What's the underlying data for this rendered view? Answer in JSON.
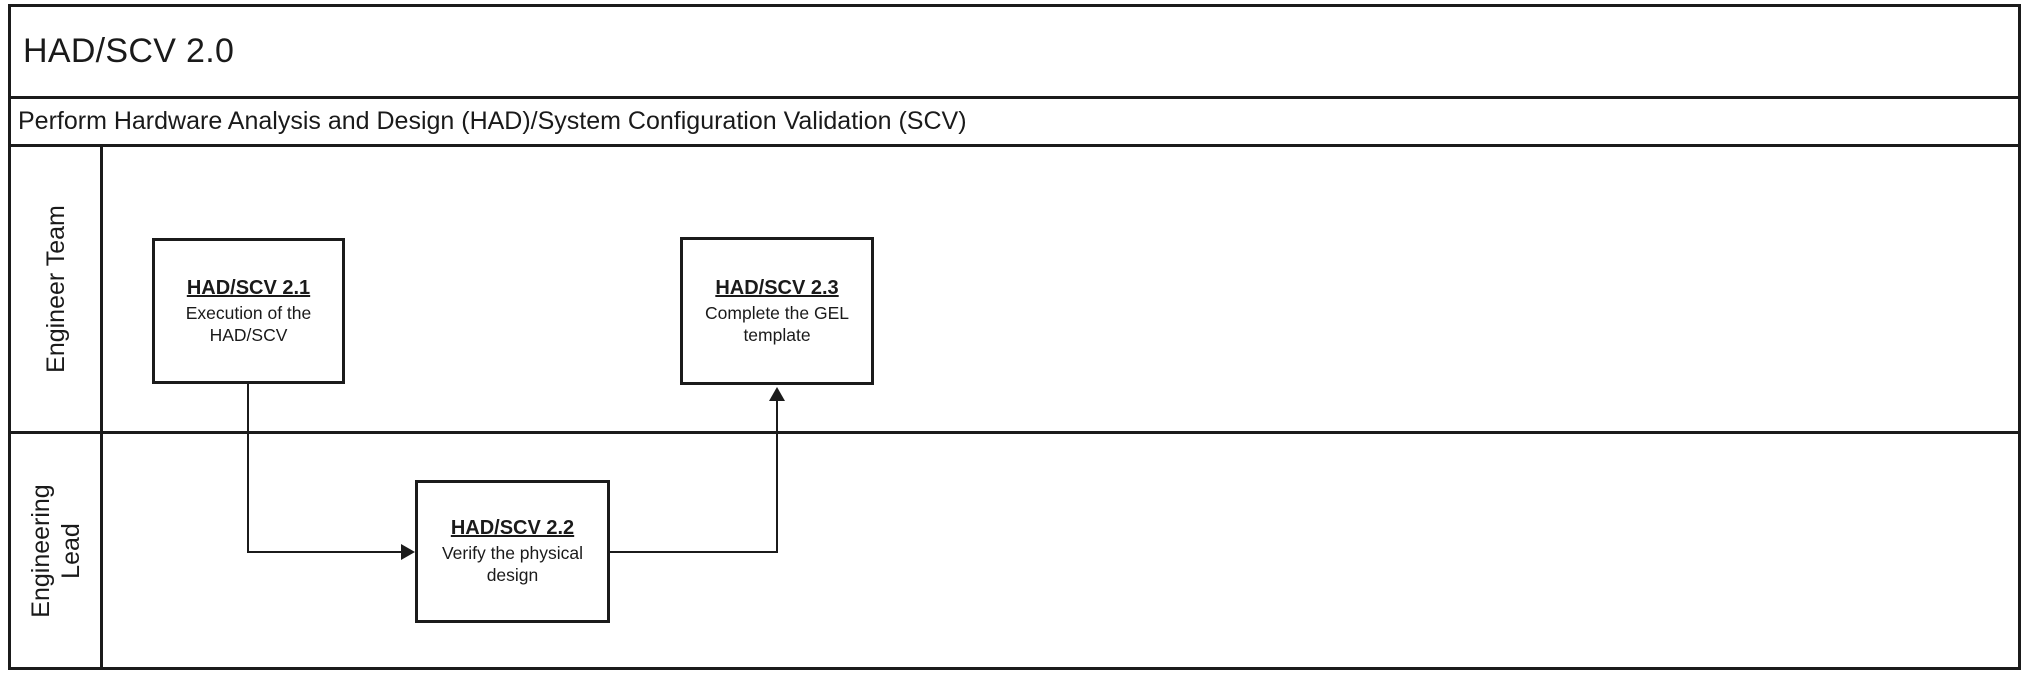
{
  "header": {
    "title": "HAD/SCV 2.0",
    "subtitle": "Perform Hardware Analysis and Design (HAD)/System Configuration Validation (SCV)"
  },
  "lanes": [
    {
      "label": "Engineer Team"
    },
    {
      "label": "Engineering Lead"
    }
  ],
  "nodes": [
    {
      "id": "HAD/SCV 2.1",
      "title": "HAD/SCV 2.1",
      "description": "Execution of the HAD/SCV",
      "lane": "Engineer Team"
    },
    {
      "id": "HAD/SCV 2.2",
      "title": "HAD/SCV 2.2",
      "description": "Verify the physical design",
      "lane": "Engineering Lead"
    },
    {
      "id": "HAD/SCV 2.3",
      "title": "HAD/SCV 2.3",
      "description": "Complete the GEL template",
      "lane": "Engineer Team"
    }
  ],
  "connectors": [
    {
      "from": "HAD/SCV 2.1",
      "to": "HAD/SCV 2.2",
      "route": "down-then-right"
    },
    {
      "from": "HAD/SCV 2.2",
      "to": "HAD/SCV 2.3",
      "route": "right-then-up"
    }
  ],
  "colors": {
    "line": "#1b1b1b",
    "background": "#ffffff",
    "text": "#1a1a1a"
  }
}
